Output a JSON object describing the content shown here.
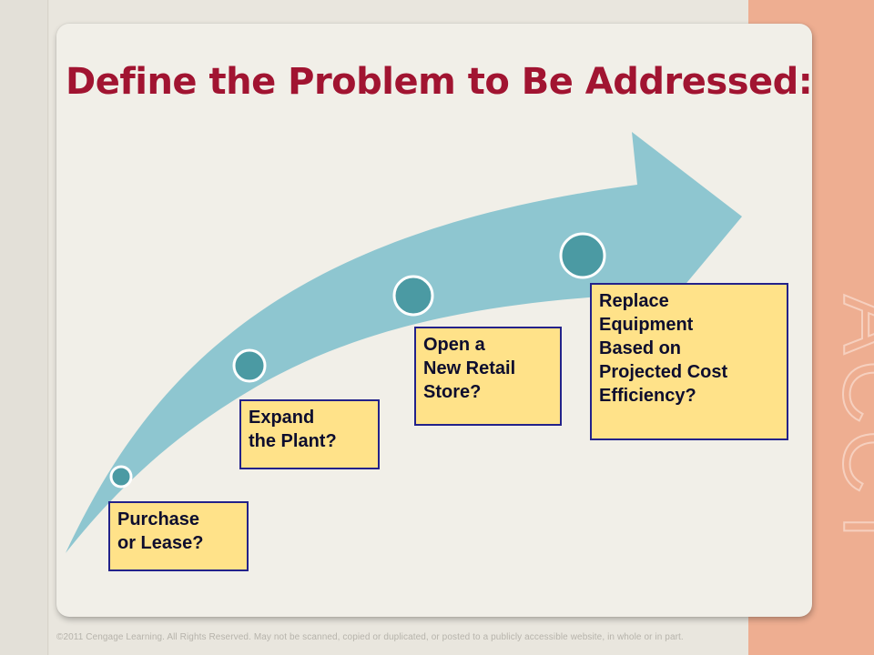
{
  "slide": {
    "title": "Define the Problem to Be Addressed:",
    "side_word": "ACCT",
    "copyright": "©2011 Cengage Learning. All Rights Reserved. May not be scanned, copied or duplicated, or posted to a publicly accessible website, in whole or in part."
  },
  "steps": [
    {
      "lines": [
        "Purchase",
        "or Lease?"
      ]
    },
    {
      "lines": [
        "Expand",
        "the Plant?"
      ]
    },
    {
      "lines": [
        "Open a",
        "New Retail",
        "Store?"
      ]
    },
    {
      "lines": [
        "Replace",
        "Equipment",
        "Based on",
        "Projected Cost",
        "Efficiency?"
      ]
    }
  ],
  "colors": {
    "title": "#a11431",
    "arrow": "#8ec6d0",
    "node": "#4b9aa3",
    "box_fill": "#ffe289",
    "box_border": "#23228a",
    "accent_band": "#eeae91"
  }
}
